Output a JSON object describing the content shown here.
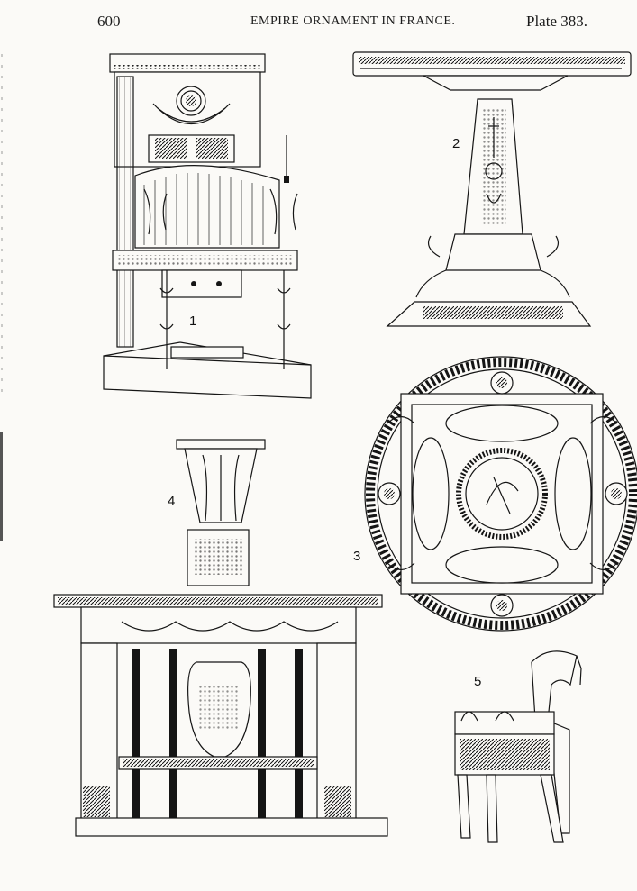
{
  "header": {
    "page_number": "600",
    "title": "EMPIRE ORNAMENT IN FRANCE.",
    "plate": "Plate 383."
  },
  "figures": [
    {
      "label": "1"
    },
    {
      "label": "2"
    },
    {
      "label": "3"
    },
    {
      "label": "4"
    },
    {
      "label": "5"
    }
  ]
}
